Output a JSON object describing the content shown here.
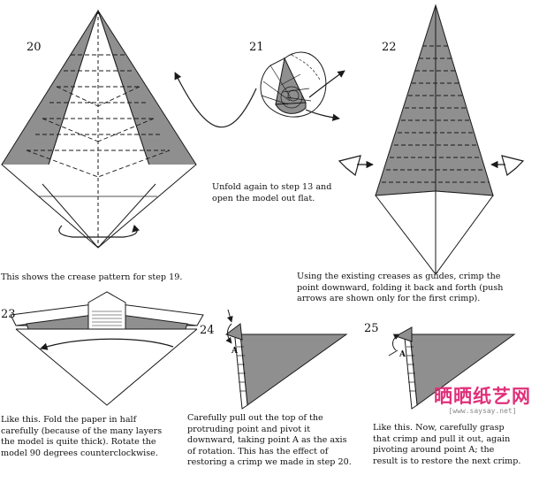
{
  "steps": [
    {
      "number": "20",
      "caption": "This shows the crease pattern for step 19."
    },
    {
      "number": "21",
      "caption": "Unfold again to step 13 and\nopen the model out flat."
    },
    {
      "number": "22",
      "caption": "Using the existing creases as guides, crimp the\npoint downward, folding it back and forth (push\narrows are shown only for the first crimp)."
    },
    {
      "number": "23",
      "caption": "Like this.  Fold the paper in half\ncarefully (because of the many layers\nthe model is quite thick). Rotate the\nmodel 90 degrees counterclockwise."
    },
    {
      "number": "24",
      "caption": "Carefully pull out the top of the\nprotruding point and pivot it\ndownward, taking point A as the axis\nof rotation. This has the effect of\nrestoring a crimp we made in step 20."
    },
    {
      "number": "25",
      "caption": "Like this.  Now, carefully grasp\nthat crimp and pull it out, again\npivoting around point A; the\nresult is to restore the next crimp."
    }
  ],
  "point_labels": {
    "step24": "A",
    "step25": "A"
  },
  "watermark": {
    "logo": "晒晒纸艺网",
    "url": "[www.saysay.net]"
  },
  "colors": {
    "paper_dark": "#8f8f8f",
    "paper_light": "#ffffff",
    "line": "#1a1a1a",
    "watermark": "#e0307a"
  }
}
